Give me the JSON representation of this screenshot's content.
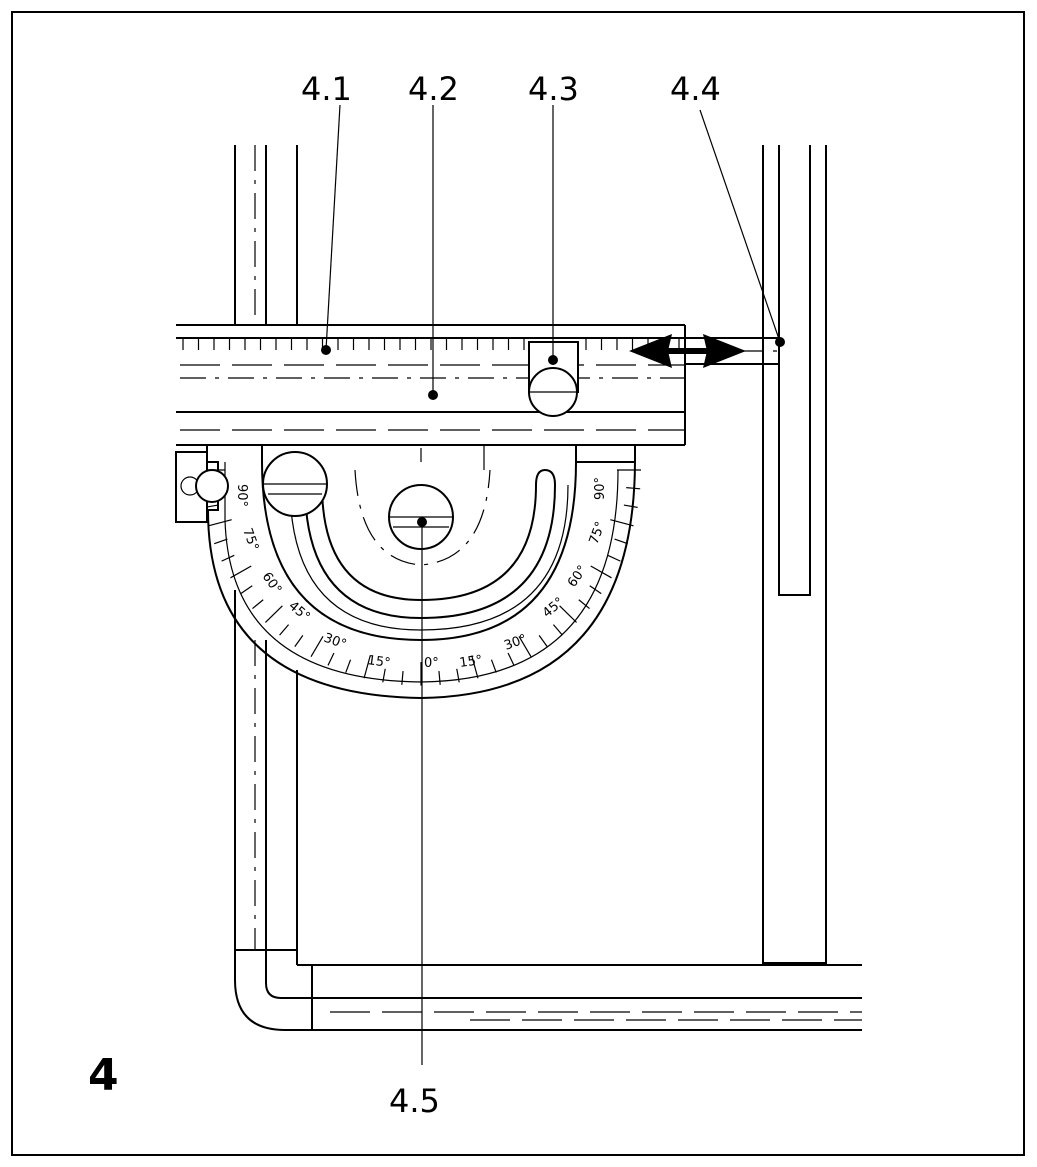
{
  "figure": {
    "number": "4",
    "labels": [
      {
        "id": "4.1",
        "text": "4.1"
      },
      {
        "id": "4.2",
        "text": "4.2"
      },
      {
        "id": "4.3",
        "text": "4.3"
      },
      {
        "id": "4.4",
        "text": "4.4"
      },
      {
        "id": "4.5",
        "text": "4.5"
      }
    ],
    "scale_left": [
      "90°",
      "75°",
      "60°",
      "45°",
      "30°",
      "15°"
    ],
    "scale_right": [
      "90°",
      "75°",
      "60°",
      "45°",
      "30°",
      "15°"
    ],
    "zero_mark": "0°"
  }
}
